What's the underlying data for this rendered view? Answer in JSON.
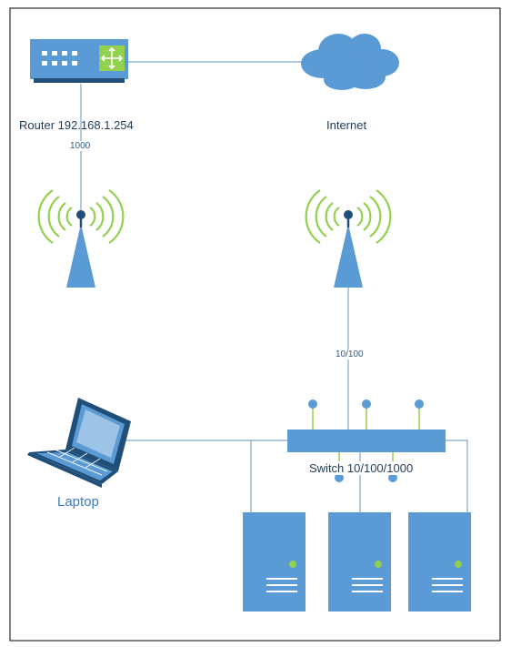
{
  "labels": {
    "router": "Router 192.168.1.254",
    "internet": "Internet",
    "router_link_speed": "1000",
    "switch_link_speed": "10/100",
    "switch": "Switch 10/100/1000",
    "laptop": "Laptop"
  },
  "icons": {
    "router": "router-icon",
    "cloud": "cloud-icon",
    "antenna_left": "wireless-antenna-icon",
    "antenna_right": "wireless-antenna-icon",
    "laptop": "laptop-icon",
    "switch": "network-switch-icon",
    "server_1": "server-icon",
    "server_2": "server-icon",
    "server_3": "server-icon"
  },
  "colors": {
    "device_blue": "#5b9bd5",
    "dark_blue": "#1f4e79",
    "link_line": "#7ea6cc",
    "signal_green": "#92d050",
    "label_text": "#1f3b57",
    "laptop_label": "#3b7dc4"
  }
}
